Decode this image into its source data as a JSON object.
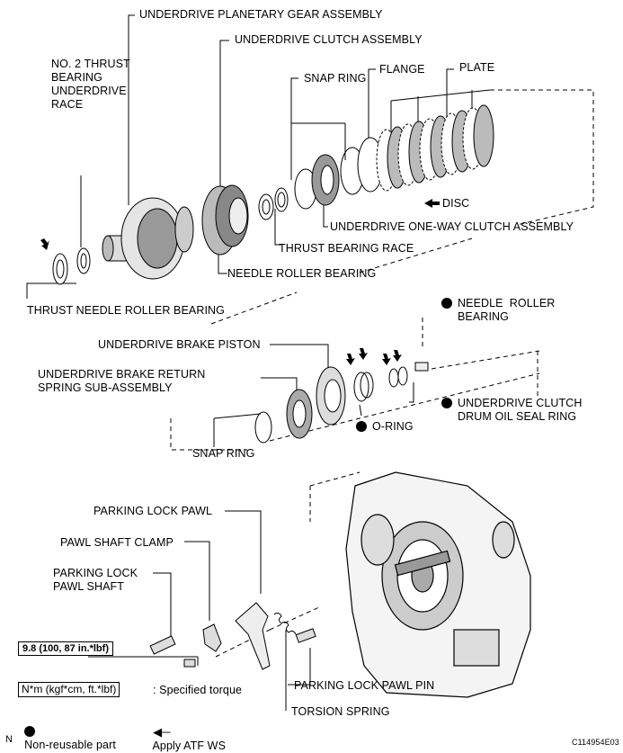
{
  "labels": {
    "ud_planetary": "UNDERDRIVE PLANETARY GEAR ASSEMBLY",
    "ud_clutch": "UNDERDRIVE CLUTCH ASSEMBLY",
    "no2_thrust": "NO. 2 THRUST\nBEARING\nUNDERDRIVE\nRACE",
    "snap_ring_top": "SNAP RING",
    "flange": "FLANGE",
    "plate": "PLATE",
    "disc": "DISC",
    "one_way": "UNDERDRIVE ONE-WAY CLUTCH ASSEMBLY",
    "thrust_race": "THRUST BEARING RACE",
    "needle_roller": "NEEDLE ROLLER BEARING",
    "thrust_needle": "THRUST NEEDLE ROLLER BEARING",
    "needle_roller_2": "NEEDLE  ROLLER\nBEARING",
    "brake_piston": "UNDERDRIVE BRAKE PISTON",
    "brake_return": "UNDERDRIVE BRAKE RETURN\nSPRING SUB-ASSEMBLY",
    "drum_seal": "UNDERDRIVE CLUTCH\nDRUM OIL SEAL RING",
    "o_ring": "O-RING",
    "snap_ring_mid": "SNAP RING",
    "parking_pawl": "PARKING LOCK PAWL",
    "pawl_clamp": "PAWL SHAFT CLAMP",
    "pawl_shaft": "PARKING LOCK\nPAWL SHAFT",
    "pawl_pin": "PARKING LOCK PAWL PIN",
    "torsion_spring": "TORSION SPRING"
  },
  "torque": "9.8 (100, 87 in.*lbf)",
  "legend": {
    "unit": "N*m (kgf*cm, ft.*lbf)",
    "unit_desc": ": Specified torque",
    "non_reusable": "Non-reusable part",
    "apply_atf": "Apply ATF WS"
  },
  "corner_left": "N",
  "figure_code": "C114954E03"
}
